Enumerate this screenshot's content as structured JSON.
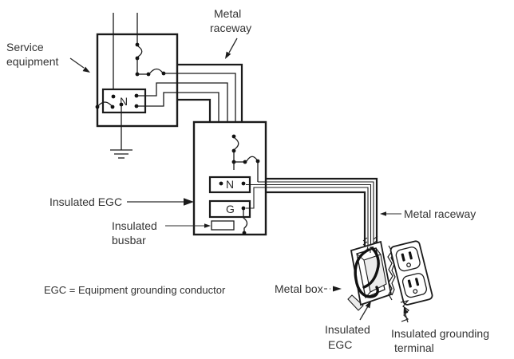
{
  "diagram": {
    "note": "EGC = Equipment grounding conductor",
    "labels": {
      "service_equipment": {
        "line1": "Service",
        "line2": "equipment"
      },
      "metal_raceway_top": {
        "line1": "Metal",
        "line2": "raceway"
      },
      "insulated_egc": {
        "text": "Insulated EGC"
      },
      "insulated_busbar": {
        "line1": "Insulated",
        "line2": "busbar"
      },
      "metal_raceway_right": {
        "text": "Metal raceway"
      },
      "metal_box": {
        "text": "Metal box"
      },
      "insulated_egc_bottom": {
        "line1": "Insulated",
        "line2": "EGC"
      },
      "insulated_grounding_terminal": {
        "line1": "Insulated grounding",
        "line2": "terminal"
      }
    },
    "bus_labels": {
      "service_neutral": "N",
      "subpanel_neutral": "N",
      "subpanel_ground": "G"
    },
    "colors": {
      "background": "#ffffff",
      "line": "#1b1b1b",
      "text": "#333333",
      "shade": "#ececec"
    }
  }
}
